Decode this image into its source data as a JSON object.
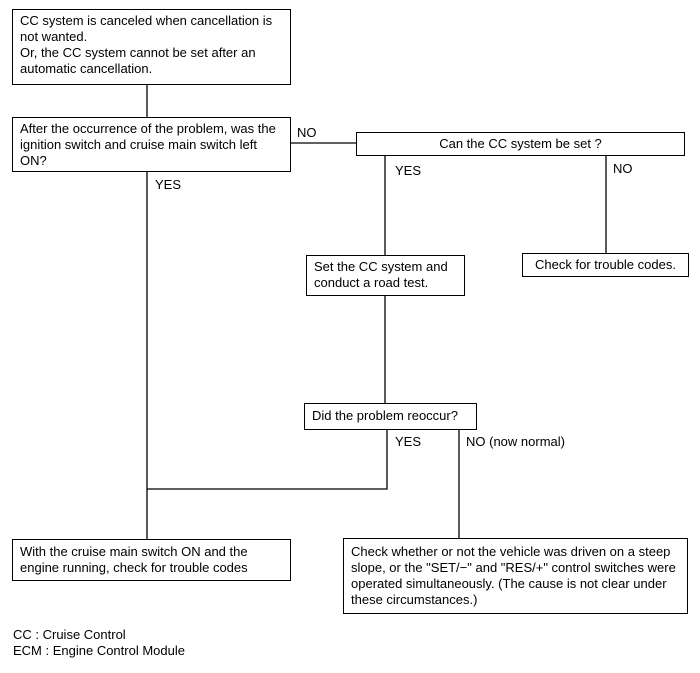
{
  "nodes": {
    "start": "CC system is canceled when cancellation is\nnot wanted.\nOr, the CC system cannot be set after an\nautomatic cancellation.",
    "ignition_check": "After the occurrence of the problem, was the\nignition switch and cruise main switch left\nON?",
    "can_set": "Can the CC system be set ?",
    "set_and_test": "Set the CC system and\nconduct a road test.",
    "check_codes": "Check for trouble codes.",
    "reoccur": "Did the problem reoccur?",
    "check_codes_engine": "With the cruise main switch ON and the\nengine running, check for trouble codes",
    "check_slope": "Check whether or not the vehicle was driven on a steep\nslope, or the \"SET/−\" and \"RES/+\" control switches were\noperated simultaneously. (The cause is not clear under\nthese circumstances.)"
  },
  "labels": {
    "ignition_no": "NO",
    "ignition_yes": "YES",
    "can_set_yes": "YES",
    "can_set_no": "NO",
    "reoccur_yes": "YES",
    "reoccur_no": "NO (now normal)"
  },
  "legend": [
    "CC : Cruise Control",
    "ECM : Engine Control Module"
  ]
}
